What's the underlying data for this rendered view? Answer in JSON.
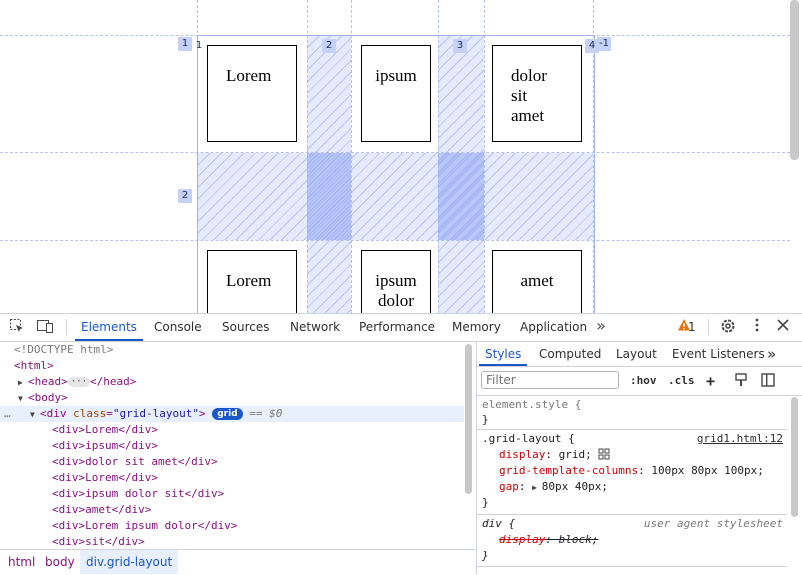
{
  "viewport": {
    "cells_row1": [
      {
        "text": "Lorem"
      },
      {
        "text": "ipsum"
      },
      {
        "text": "dolor sit amet"
      }
    ],
    "cells_row2": [
      {
        "text": "Lorem"
      },
      {
        "text": "ipsum dolor"
      },
      {
        "text": "amet"
      }
    ],
    "col_badges": [
      "1",
      "1",
      "2",
      "3",
      "4",
      "-1"
    ],
    "row_badges": [
      "2"
    ]
  },
  "devtools": {
    "tabs": [
      "Elements",
      "Console",
      "Sources",
      "Network",
      "Performance",
      "Memory",
      "Application"
    ],
    "more_tabs": "»",
    "warning_count": "1",
    "dom": {
      "doctype": "<!DOCTYPE html>",
      "html_open": "<html>",
      "head_line": "<head>",
      "head_close": "</head>",
      "body_open": "<body>",
      "div_tag_open": "<div ",
      "div_attr_name": "class",
      "div_attr_value": "\"grid-layout\"",
      "div_tag_close": ">",
      "grid_pill": "grid",
      "selected_ref": "== $0",
      "children": [
        "<div>Lorem</div>",
        "<div>ipsum</div>",
        "<div>dolor sit amet</div>",
        "<div>Lorem</div>",
        "<div>ipsum dolor sit</div>",
        "<div>amet</div>",
        "<div>Lorem ipsum dolor</div>",
        "<div>sit</div>"
      ]
    },
    "breadcrumb": [
      "html",
      "body",
      "div.grid-layout"
    ],
    "styles": {
      "tabs": [
        "Styles",
        "Computed",
        "Layout",
        "Event Listeners"
      ],
      "more_tabs": "»",
      "filter_placeholder": "Filter",
      "hov": ":hov",
      "cls": ".cls",
      "element_style_selector": "element.style {",
      "close_brace": "}",
      "rule1_selector": ".grid-layout {",
      "rule1_source": "grid1.html:12",
      "rule1_props": [
        {
          "name": "display",
          "value": "grid;"
        },
        {
          "name": "grid-template-columns",
          "value": "100px 80px 100px;"
        },
        {
          "name": "gap",
          "value": "80px 40px;"
        }
      ],
      "rule2_selector": "div {",
      "rule2_source": "user agent stylesheet",
      "rule2_prop_name": "display",
      "rule2_prop_value": ": block;"
    }
  }
}
